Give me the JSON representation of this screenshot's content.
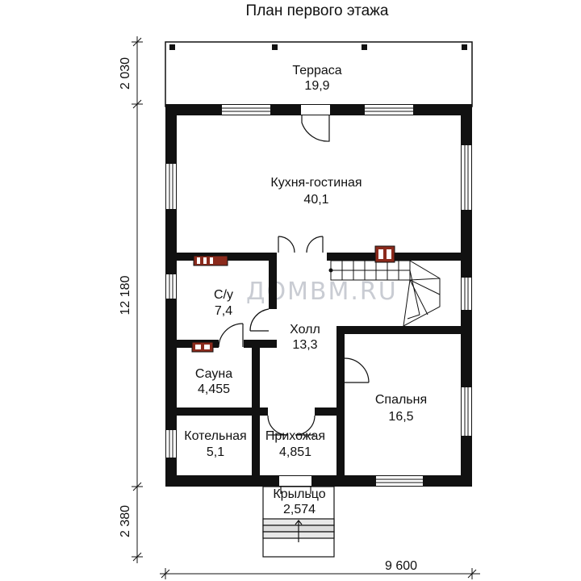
{
  "title": "План первого этажа",
  "watermark": "ДОМВМ.RU",
  "rooms": [
    {
      "id": "terrace",
      "name": "Терраса",
      "area": "19,9"
    },
    {
      "id": "kitchen",
      "name": "Кухня-гостиная",
      "area": "40,1"
    },
    {
      "id": "wc",
      "name": "С/у",
      "area": "7,4"
    },
    {
      "id": "hall",
      "name": "Холл",
      "area": "13,3"
    },
    {
      "id": "sauna",
      "name": "Сауна",
      "area": "4,455"
    },
    {
      "id": "bedroom",
      "name": "Спальня",
      "area": "16,5"
    },
    {
      "id": "boiler",
      "name": "Котельная",
      "area": "5,1"
    },
    {
      "id": "entry",
      "name": "Прихожая",
      "area": "4,851"
    },
    {
      "id": "porch",
      "name": "Крыльцо",
      "area": "2,574"
    }
  ],
  "dimensions": {
    "terrace_depth": "2 030",
    "house_depth": "12 180",
    "porch_depth": "2 380",
    "house_width": "9 600"
  }
}
